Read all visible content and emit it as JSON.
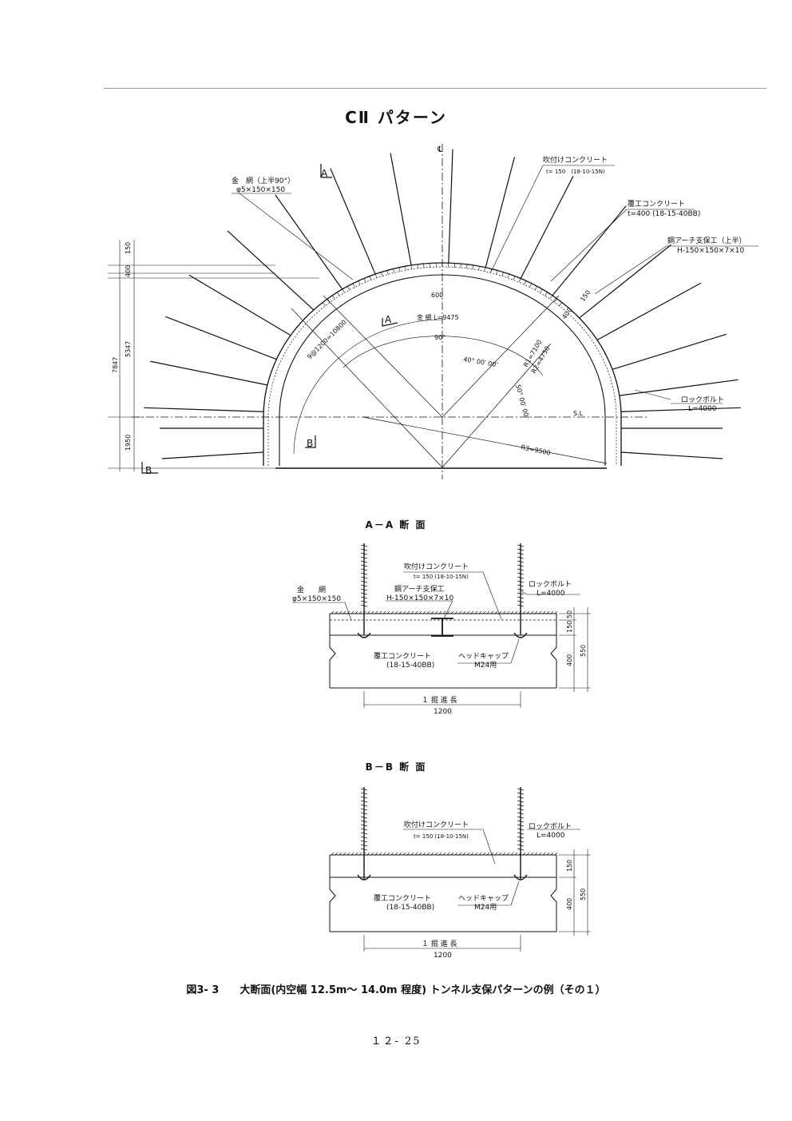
{
  "title": "CⅡ パターン",
  "main_section": {
    "centerline": "℄",
    "cut_a_top": "A",
    "cut_a_mid": "A",
    "cut_b_right": "B",
    "cut_b_left": "B",
    "lbl_wire_mesh": "金　網（上半90°）",
    "lbl_wire_mesh_spec": "φ5×150×150",
    "lbl_shotcrete": "吹付けコンクリート",
    "lbl_shotcrete_spec": "t= 150　(18-10-15N)",
    "lbl_lining": "覆工コンクリート",
    "lbl_lining_spec": "t=400 (18-15-40BB)",
    "lbl_steel_arch": "鋼アーチ支保工（上半）",
    "lbl_steel_arch_spec": "H-150×150×7×10",
    "lbl_rock_bolt": "ロックボルト",
    "lbl_rock_bolt_spec": "L=4000",
    "dim_150": "150",
    "dim_400": "400",
    "dim_5347": "5347",
    "dim_7847": "7847",
    "dim_1950": "1950",
    "dim_600": "600",
    "dim_150_right": "150",
    "dim_400_right": "400",
    "dim_spacing": "9@1200=10800",
    "dim_mesh_length": "金 網 L=9475",
    "dim_90": "90°",
    "dim_40deg": "40° 00′ 00″",
    "dim_50deg": "50° 00′ 00″",
    "dim_r1": "R1=7100",
    "dim_r2": "R2=4750",
    "dim_r3": "R3=9500",
    "dim_sl": "S.L"
  },
  "section_aa": {
    "title": "A－A 断 面",
    "lbl_shotcrete": "吹付けコンクリート",
    "lbl_shotcrete_spec": "t= 150 (18-10-15N)",
    "lbl_steel_arch": "鋼アーチ支保工",
    "lbl_steel_arch_spec": "H-150×150×7×10",
    "lbl_wire_mesh": "金　　網",
    "lbl_wire_mesh_spec": "φ5×150×150",
    "lbl_rock_bolt": "ロックボルト",
    "lbl_rock_bolt_spec": "L=4000",
    "lbl_lining": "覆工コンクリート",
    "lbl_lining_spec": "(18-15-40BB)",
    "lbl_head_cap": "ヘッドキャップ",
    "lbl_head_cap_spec": "M24用",
    "dim_50": "50",
    "dim_150": "150",
    "dim_400": "400",
    "dim_550": "550",
    "lbl_advance": "１ 掘 進 長",
    "dim_1200": "1200"
  },
  "section_bb": {
    "title": "B－B 断 面",
    "lbl_shotcrete": "吹付けコンクリート",
    "lbl_shotcrete_spec": "t= 150 (18-10-15N)",
    "lbl_rock_bolt": "ロックボルト",
    "lbl_rock_bolt_spec": "L=4000",
    "lbl_lining": "覆工コンクリート",
    "lbl_lining_spec": "(18-15-40BB)",
    "lbl_head_cap": "ヘッドキャップ",
    "lbl_head_cap_spec": "M24用",
    "dim_150": "150",
    "dim_400": "400",
    "dim_550": "550",
    "lbl_advance": "１ 掘 進 長",
    "dim_1200": "1200"
  },
  "caption": "図3- 3　　大断面(内空幅 12.5m～ 14.0m 程度) トンネル支保パターンの例（その１）",
  "page_number": "１２- 25"
}
